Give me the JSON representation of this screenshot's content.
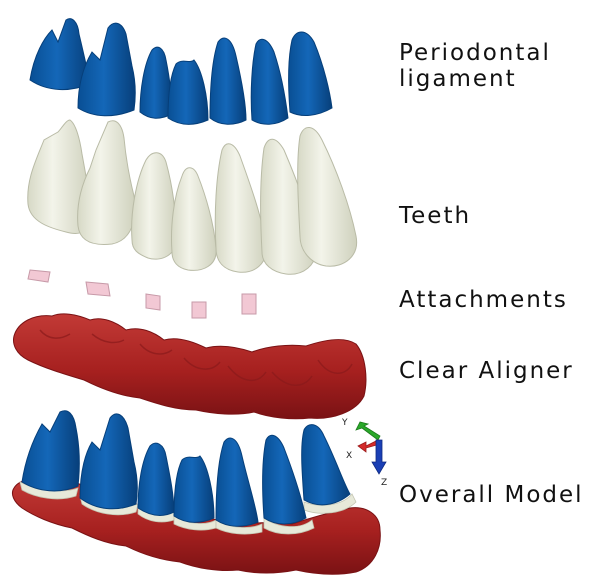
{
  "labels": {
    "periodontal_ligament": [
      "Periodontal",
      "ligament"
    ],
    "teeth": "Teeth",
    "attachments": "Attachments",
    "clear_aligner": "Clear Aligner",
    "overall_model": "Overall Model"
  },
  "axis_triad": {
    "x": "X",
    "y": "Y",
    "z": "Z"
  },
  "colors": {
    "ligament": "#0b5aa6",
    "ligament_dark": "#063f7a",
    "teeth": "#eceee0",
    "teeth_shade": "#c9cbb7",
    "attachment": "#f2c8d4",
    "aligner": "#b5282a",
    "aligner_dark": "#7c1416",
    "axis_x": "#d42a2a",
    "axis_y": "#2aa82a",
    "axis_z": "#1a3fb5"
  }
}
